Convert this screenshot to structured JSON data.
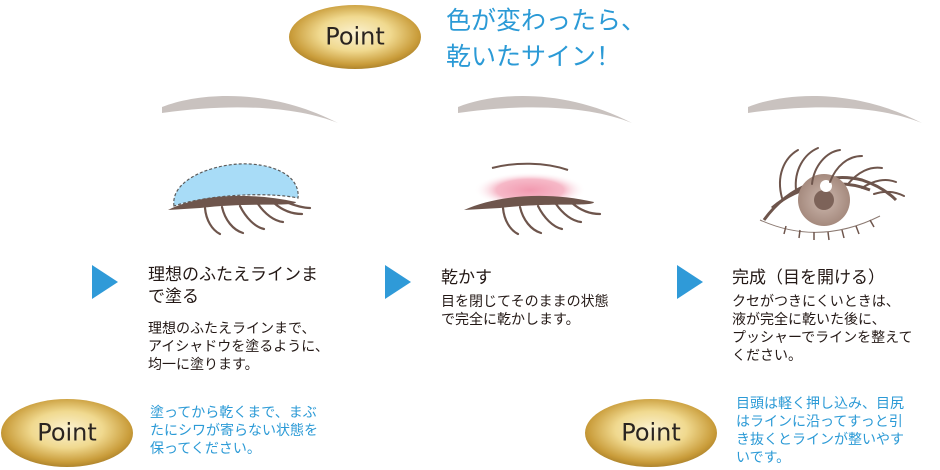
{
  "header": {
    "point_label": "Point",
    "headline_line1": "色が変わったら、",
    "headline_line2": "乾いたサイン！"
  },
  "steps": [
    {
      "title_line1": "理想のふたえラインま",
      "title_line2": "で塗る",
      "desc_line1": "理想のふたえラインまで、",
      "desc_line2": "アイシャドウを塗るように、",
      "desc_line3": "均一に塗ります。"
    },
    {
      "title_line1": "乾かす",
      "desc_line1": "目を閉じてそのままの状態",
      "desc_line2": "で完全に乾かします。"
    },
    {
      "title_line1": "完成（目を開ける）",
      "desc_line1": "クセがつきにくいときは、",
      "desc_line2": "液が完全に乾いた後に、",
      "desc_line3": "プッシャーでラインを整えて",
      "desc_line4": "ください。"
    }
  ],
  "points": [
    {
      "label": "Point",
      "note_line1": "塗ってから乾くまで、まぶ",
      "note_line2": "たにシワが寄らない状態を",
      "note_line3": "保ってください。"
    },
    {
      "label": "Point",
      "note_line1": "目頭は軽く押し込み、目尻",
      "note_line2": "はラインに沿ってすっと引",
      "note_line3": "き抜くとラインが整いやす",
      "note_line4": "いです。"
    }
  ],
  "colors": {
    "accent_blue": "#2b9ad6",
    "gold_light": "#f6e7b3",
    "gold_dark": "#b88a2c",
    "brow": "#c9c2bf",
    "lash": "#6e554c",
    "shadow_blue": "#a8dcf7",
    "blush_pink": "#f2a3b6"
  },
  "icons": [
    "play-arrow-icon",
    "eyebrow-icon",
    "closed-eye-icon",
    "open-eye-icon"
  ]
}
